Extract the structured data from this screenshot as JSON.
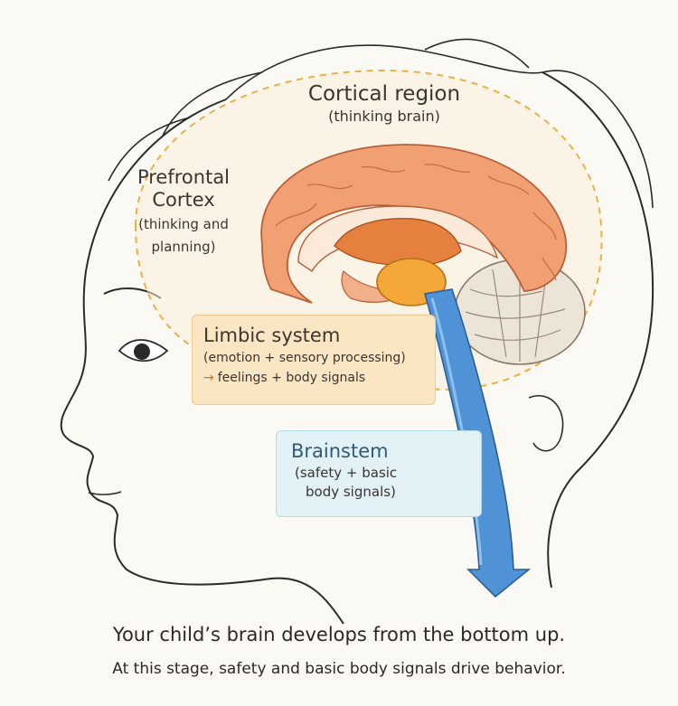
{
  "labels": {
    "cortical_title": "Cortical region",
    "cortical_sub": "(thinking brain)",
    "prefrontal_title_1": "Prefrontal",
    "prefrontal_title_2": "Cortex",
    "prefrontal_sub_1": "(thinking and",
    "prefrontal_sub_2": "planning)",
    "limbic_title": "Limbic system",
    "limbic_sub": "(emotion + sensory processing)",
    "limbic_arrow": "→",
    "limbic_note": "feelings + body signals",
    "brainstem_title": "Brainstem",
    "brainstem_sub_1": "(safety + basic",
    "brainstem_sub_2": "body signals)"
  },
  "caption": {
    "line1": "Your child’s brain develops from the bottom up.",
    "line2": "At this stage, safety and basic body signals drive behavior."
  },
  "colors": {
    "cortex": "#f0a072",
    "limbic": "#e6803e",
    "thalamus": "#f5a83a",
    "brainstem": "#4f93d6",
    "cerebellum": "#ede4d8",
    "limbic_box": "#fbe6c4",
    "brainstem_box": "#e2f1f6"
  }
}
